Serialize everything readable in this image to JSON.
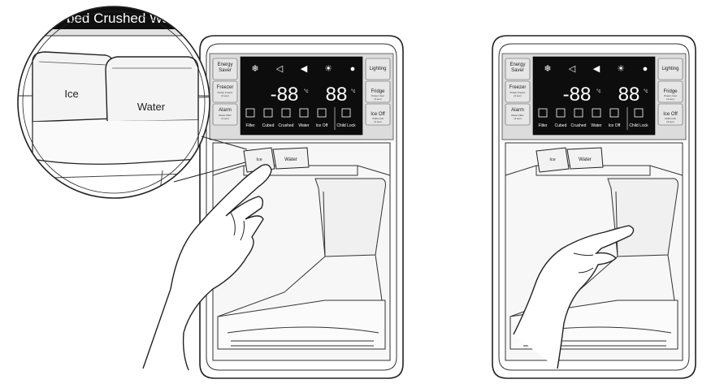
{
  "left_unit": {
    "panel": {
      "buttons_left": [
        {
          "name": "energy-saver",
          "lines": [
            "Energy",
            "Saver"
          ],
          "sub": []
        },
        {
          "name": "freezer",
          "lines": [
            "Freezer"
          ],
          "sub": [
            "Power Freeze",
            "(3 sec)"
          ]
        },
        {
          "name": "alarm",
          "lines": [
            "Alarm"
          ],
          "sub": [
            "Reset Filter",
            "(3 sec)"
          ]
        }
      ],
      "buttons_right": [
        {
          "name": "lighting",
          "lines": [
            "Lighting"
          ],
          "sub": []
        },
        {
          "name": "fridge",
          "lines": [
            "Fridge"
          ],
          "sub": [
            "Power Cool",
            "(3 sec)"
          ]
        },
        {
          "name": "ice-off",
          "lines": [
            "Ice Off"
          ],
          "sub": [
            "Child Lock",
            "(3 sec)"
          ]
        }
      ],
      "freezer_temp": "-88",
      "fridge_temp": "88",
      "unit": "°c",
      "bottom_labels": [
        "Filter",
        "Cubed",
        "Crushed",
        "Water",
        "Ice Off",
        "Child Lock"
      ]
    },
    "dispenser": {
      "ice_label": "Ice",
      "water_label": "Water"
    }
  },
  "zoom_callout": {
    "strip_text": "bed Crushed Water",
    "ice_label": "Ice",
    "water_label": "Water"
  },
  "right_unit": {
    "panel": {
      "buttons_left": [
        {
          "name": "energy-saver",
          "lines": [
            "Energy",
            "Saver"
          ],
          "sub": []
        },
        {
          "name": "freezer",
          "lines": [
            "Freezer"
          ],
          "sub": [
            "Power Freeze",
            "(3 sec)"
          ]
        },
        {
          "name": "alarm",
          "lines": [
            "Alarm"
          ],
          "sub": [
            "Reset Filter",
            "(3 sec)"
          ]
        }
      ],
      "buttons_right": [
        {
          "name": "lighting",
          "lines": [
            "Lighting"
          ],
          "sub": []
        },
        {
          "name": "fridge",
          "lines": [
            "Fridge"
          ],
          "sub": [
            "Power Cool",
            "(3 sec)"
          ]
        },
        {
          "name": "ice-off",
          "lines": [
            "Ice Off"
          ],
          "sub": [
            "Child Lock",
            "(3 sec)"
          ]
        }
      ],
      "freezer_temp": "-88",
      "fridge_temp": "88",
      "unit": "°c",
      "bottom_labels": [
        "Filter",
        "Cubed",
        "Crushed",
        "Water",
        "Ice Off",
        "Child Lock"
      ]
    },
    "dispenser": {
      "ice_label": "Ice",
      "water_label": "Water"
    }
  },
  "colors": {
    "outline": "#222222",
    "panel_bg": "#dcdcdc",
    "display_bg": "#0d0d0d",
    "display_fg": "#ffffff",
    "body_bg": "#ffffff"
  }
}
